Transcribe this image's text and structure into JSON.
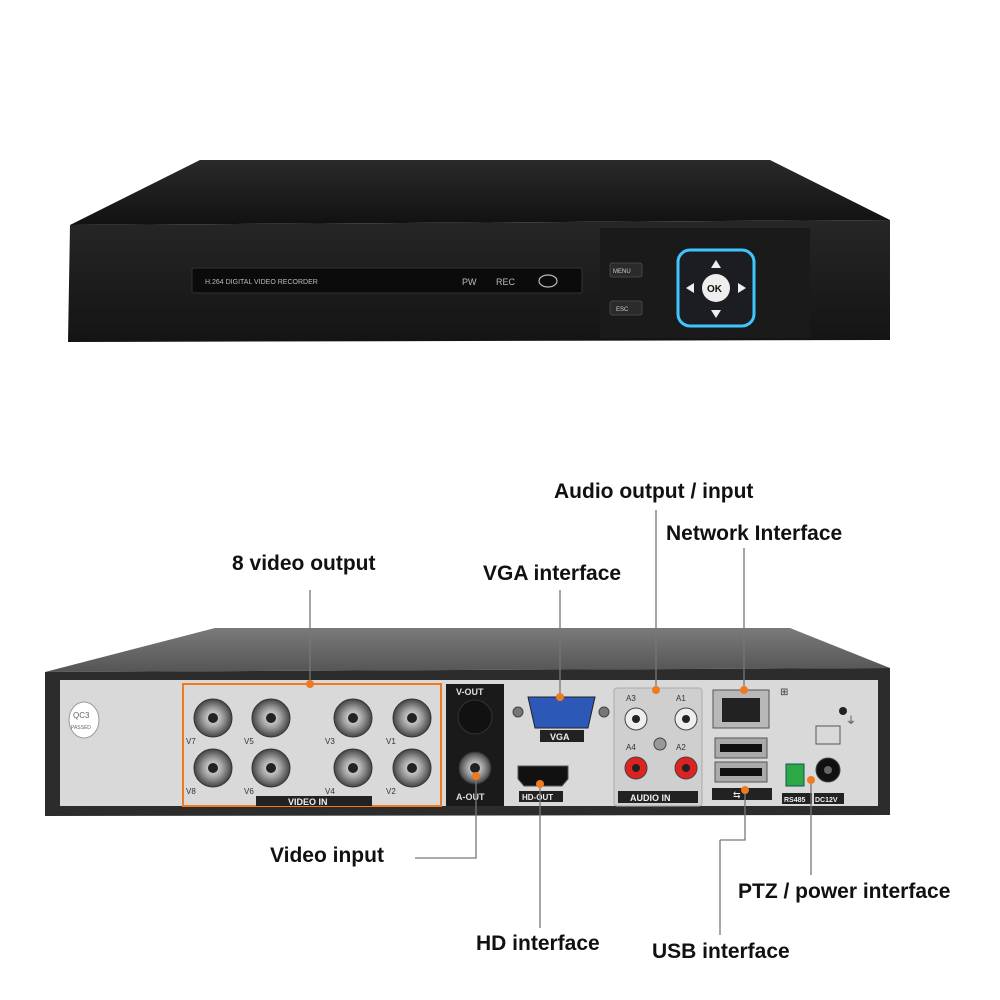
{
  "front_panel": {
    "model_label": "H.264 DIGITAL VIDEO RECORDER",
    "pw_label": "PW",
    "rec_label": "REC",
    "menu_label": "MENU",
    "esc_label": "ESC",
    "ok_label": "OK",
    "accent_color": "#3fc6ff"
  },
  "rear_panel": {
    "qc_label": "QC3",
    "qc_sub": "PASSED",
    "video_in_label": "VIDEO IN",
    "channels": [
      "V7",
      "V5",
      "V3",
      "V1",
      "V8",
      "V6",
      "V4",
      "V2"
    ],
    "v_out_label": "V-OUT",
    "a_out_label": "A-OUT",
    "vga_label": "VGA",
    "hd_out_label": "HD-OUT",
    "audio_in_label": "AUDIO IN",
    "audio_labels": [
      "A3",
      "A1",
      "A4",
      "A2"
    ],
    "rs485_label": "RS485",
    "dc_label": "DC12V",
    "highlight_color": "#f07a1f"
  },
  "callouts": {
    "video_output": "8 video output",
    "vga": "VGA interface",
    "audio": "Audio output / input",
    "network": "Network Interface",
    "video_input": "Video input",
    "ptz_power": "PTZ / power interface",
    "hd": "HD interface",
    "usb": "USB interface"
  }
}
